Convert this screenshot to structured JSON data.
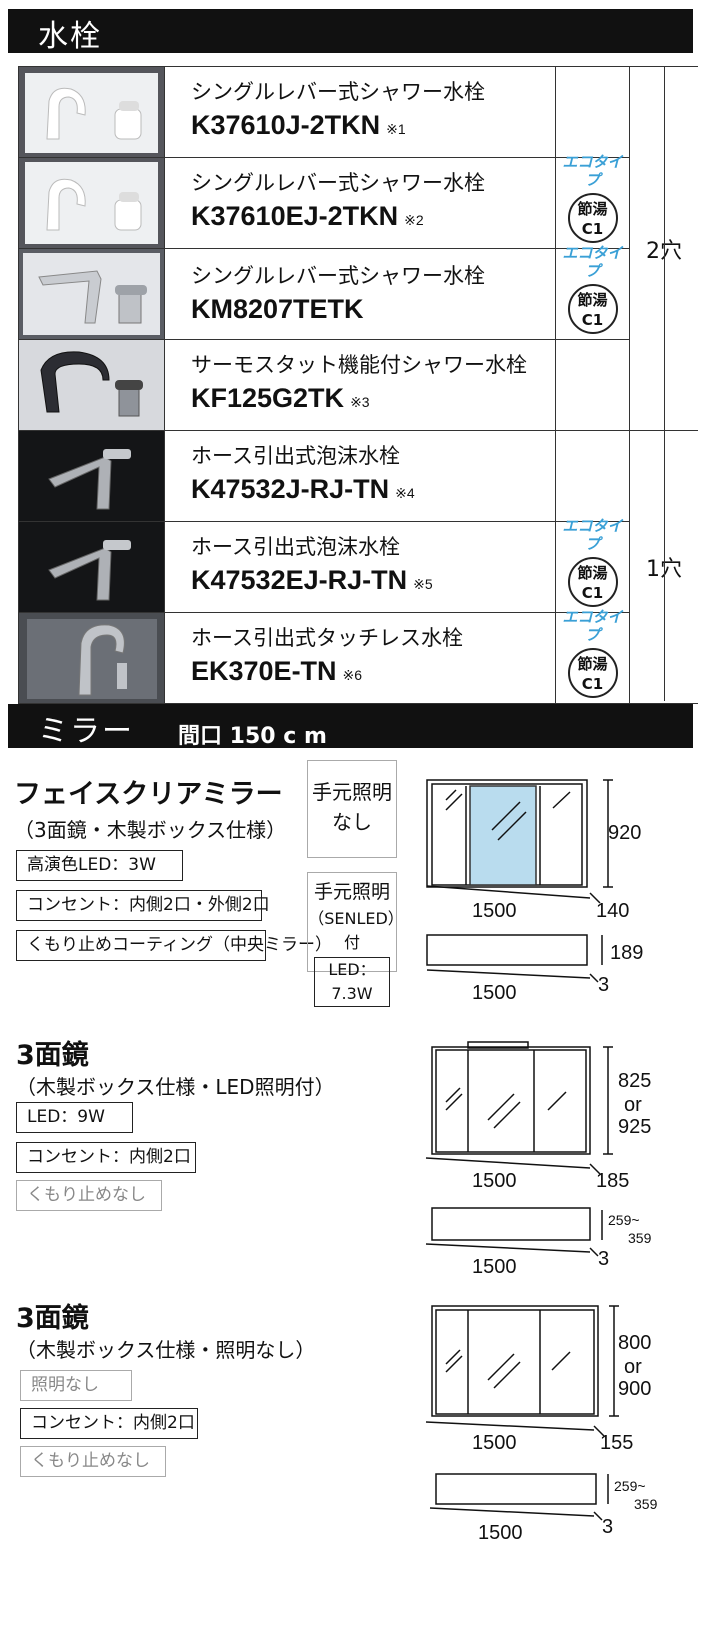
{
  "faucet": {
    "header": "水栓",
    "rows": [
      {
        "name": "シングルレバー式シャワー水栓",
        "code": "K37610J-2TKN",
        "note": "※1",
        "eco": false
      },
      {
        "name": "シングルレバー式シャワー水栓",
        "code": "K37610EJ-2TKN",
        "note": "※2",
        "eco": true
      },
      {
        "name": "シングルレバー式シャワー水栓",
        "code": "KM8207TETK",
        "note": "",
        "eco": true
      },
      {
        "name": "サーモスタット機能付シャワー水栓",
        "code": "KF125G2TK",
        "note": "※3",
        "eco": false
      },
      {
        "name": "ホース引出式泡沫水栓",
        "code": "K47532J-RJ-TN",
        "note": "※4",
        "eco": false
      },
      {
        "name": "ホース引出式泡沫水栓",
        "code": "K47532EJ-RJ-TN",
        "note": "※5",
        "eco": true
      },
      {
        "name": "ホース引出式タッチレス水栓",
        "code": "EK370E-TN",
        "note": "※6",
        "eco": true
      }
    ],
    "eco_label": "エコタイプ",
    "badge_line1": "節湯",
    "badge_line2": "C1",
    "holes_2": "2穴",
    "holes_1": "1穴"
  },
  "mirror": {
    "header": "ミラー",
    "sub": "間口 150 c m",
    "items": [
      {
        "title": "フェイスクリアミラー",
        "sub": "（3面鏡・木製ボックス仕様）",
        "specs": [
          "高演色LED：3W",
          "コンセント：内側2口・外側2口",
          "くもり止めコーティング（中央ミラー）"
        ],
        "note1": [
          "手元照明",
          "なし"
        ],
        "note2": [
          "手元照明",
          "（SENLED）付"
        ],
        "note2_spec": "LED：7.3W",
        "front": {
          "w": "1500",
          "h": "920",
          "d": "140"
        },
        "top": {
          "w": "1500",
          "h": "189",
          "d": "3"
        }
      },
      {
        "title": "3面鏡",
        "sub": "（木製ボックス仕様・LED照明付）",
        "specs": [
          "LED：9W",
          "コンセント：内側2口"
        ],
        "specs_gray": [
          "くもり止めなし"
        ],
        "front": {
          "w": "1500",
          "h1": "825",
          "or": "or",
          "h2": "925",
          "d": "185"
        },
        "top": {
          "w": "1500",
          "h1": "259~",
          "h2": "359",
          "d": "3"
        }
      },
      {
        "title": "3面鏡",
        "sub": "（木製ボックス仕様・照明なし）",
        "specs_gray_top": [
          "照明なし"
        ],
        "specs": [
          "コンセント：内側2口"
        ],
        "specs_gray": [
          "くもり止めなし"
        ],
        "front": {
          "w": "1500",
          "h1": "800",
          "or": "or",
          "h2": "900",
          "d": "155"
        },
        "top": {
          "w": "1500",
          "h1": "259~",
          "h2": "359",
          "d": "3"
        }
      }
    ]
  },
  "colors": {
    "header_bg": "#111111",
    "eco": "#3aa0d6",
    "glass": "#b9dcee"
  }
}
